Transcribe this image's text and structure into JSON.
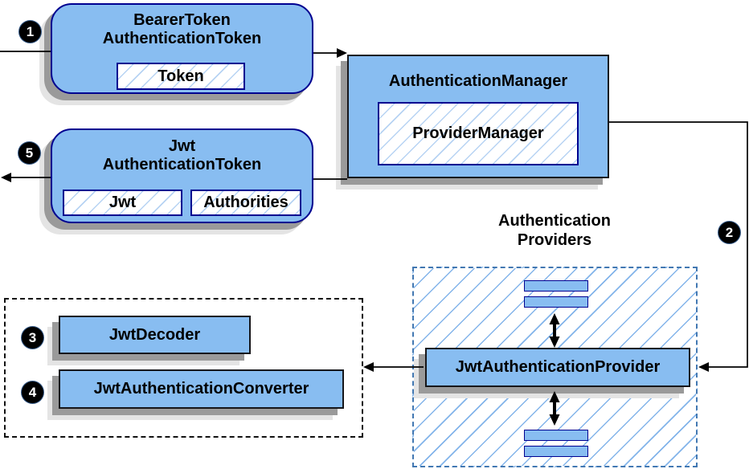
{
  "badges": [
    "1",
    "2",
    "3",
    "4",
    "5"
  ],
  "nodes": {
    "bearer_token": {
      "title": [
        "BearerToken",
        "AuthenticationToken"
      ],
      "chips": [
        "Token"
      ]
    },
    "authentication_manager": {
      "title": "AuthenticationManager",
      "chips": [
        "ProviderManager"
      ]
    },
    "jwt_authentication_token": {
      "title": [
        "Jwt",
        "AuthenticationToken"
      ],
      "chips": [
        "Jwt",
        "Authorities"
      ]
    },
    "providers": {
      "label": [
        "Authentication",
        "Providers"
      ],
      "provider_title": "JwtAuthenticationProvider"
    },
    "converter_group": {
      "items": [
        "JwtDecoder",
        "JwtAuthenticationConverter"
      ]
    }
  },
  "colors": {
    "node_fill": "#88BDF1",
    "node_border_navy": "#000090",
    "rect_border": "#16161A",
    "hatch_line_light": "#B7D3F3",
    "hatch_line_providers": "#83B4EA",
    "providers_dash_border": "#4278B2",
    "black_dash_border": "#111111",
    "shadow_dark": "#9A9A9A",
    "shadow_light": "#E4E4E4",
    "connector": "#000000",
    "badge_bg": "#000000",
    "badge_text": "#FFFFFF",
    "background": "#FFFFFF"
  }
}
